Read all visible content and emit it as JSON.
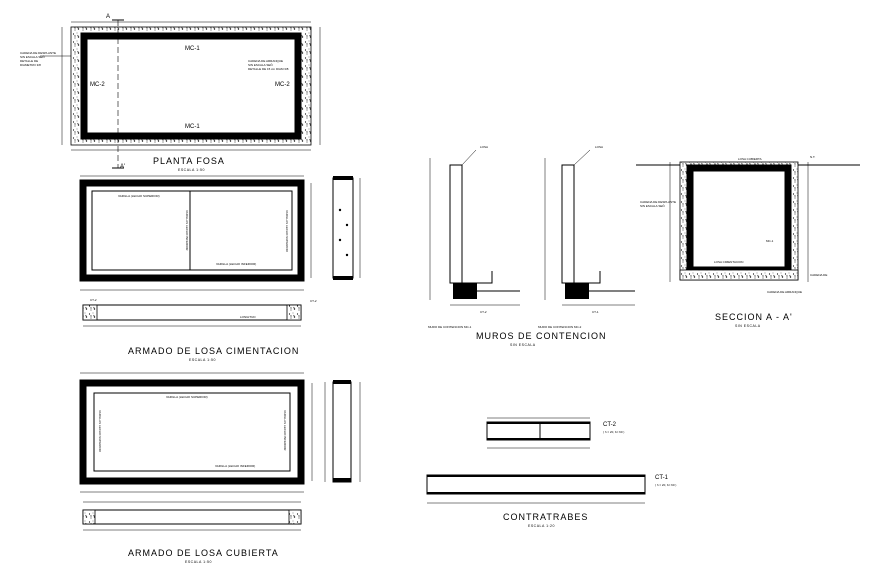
{
  "planta_fosa": {
    "title": "PLANTA FOSA",
    "scale": "ESCALA 1:50",
    "label_top": "MC-1",
    "label_bottom": "MC-1",
    "label_left": "MC-2",
    "label_right": "MC-2",
    "cut_top": "A",
    "cut_bottom": "A'"
  },
  "losa_cimentacion": {
    "title": "ARMADO DE LOSA CIMENTACION",
    "scale": "ESCALA 1:50",
    "ct_left": "CT-2",
    "ct_right": "CT-2"
  },
  "losa_cubierta": {
    "title": "ARMADO DE LOSA CUBIERTA",
    "scale": "ESCALA 1:50"
  },
  "muros": {
    "title": "MUROS DE CONTENCION",
    "scale": "SIN ESCALA",
    "mc1_label": "MURO DE CONTENCION MC-1",
    "mc2_label": "MURO DE CONTENCION MC-2",
    "ct_label_1": "CT-2",
    "ct_label_2": "CT-1"
  },
  "seccion": {
    "title": "SECCION A - A'",
    "scale": "SIN ESCALA",
    "losa_cubierta": "LOSA CUBIERTA",
    "losa_cimentacion": "LOSA CIMENTACION",
    "mc_label": "MC-1"
  },
  "contratrabes": {
    "title": "CONTRATRABES",
    "scale": "ESCALA 1:20",
    "ct2": "CT-2",
    "ct2_sub": "( h = 20, b= 60 )",
    "ct1": "CT-1",
    "ct1_sub": "( h = 20, b= 60 )"
  }
}
